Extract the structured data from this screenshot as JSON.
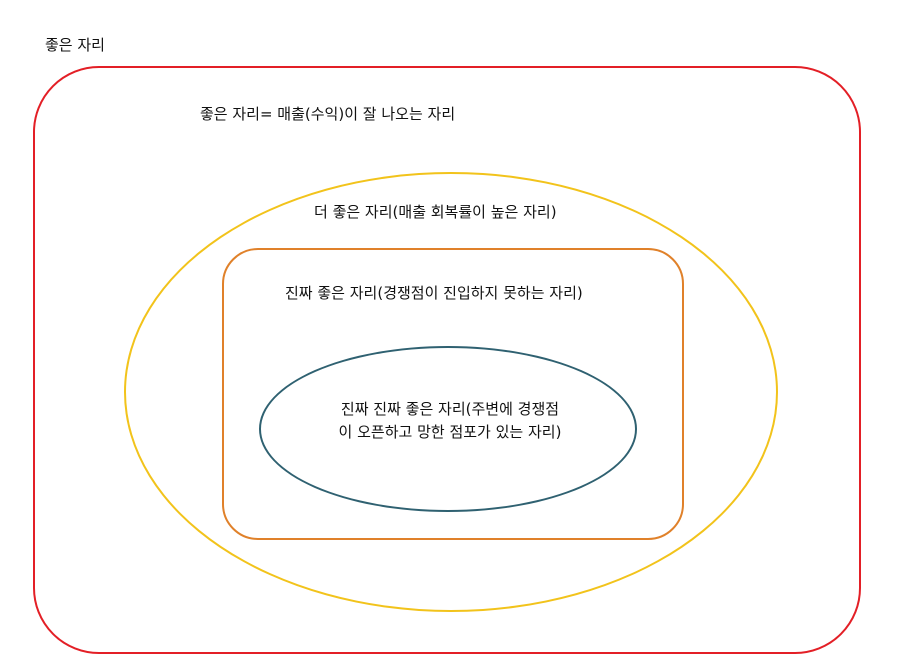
{
  "diagram": {
    "title": "좋은 자리",
    "levels": [
      {
        "id": "outer",
        "text": "좋은 자리= 매출(수익)이 잘 나오는 자리",
        "color": "#e31f26",
        "shape": "rounded-rectangle"
      },
      {
        "id": "yellow",
        "text": "더 좋은 자리(매출 회복률이 높은 자리)",
        "color": "#f2c31b",
        "shape": "ellipse"
      },
      {
        "id": "orange",
        "text": "진짜 좋은 자리(경쟁점이 진입하지 못하는 자리)",
        "color": "#e0812a",
        "shape": "rounded-rectangle"
      },
      {
        "id": "teal",
        "text_lines": [
          "진짜 진짜 좋은 자리(주변에 경쟁점",
          "이 오픈하고 망한 점포가 있는 자리)"
        ],
        "color": "#2f6171",
        "shape": "ellipse"
      }
    ]
  }
}
